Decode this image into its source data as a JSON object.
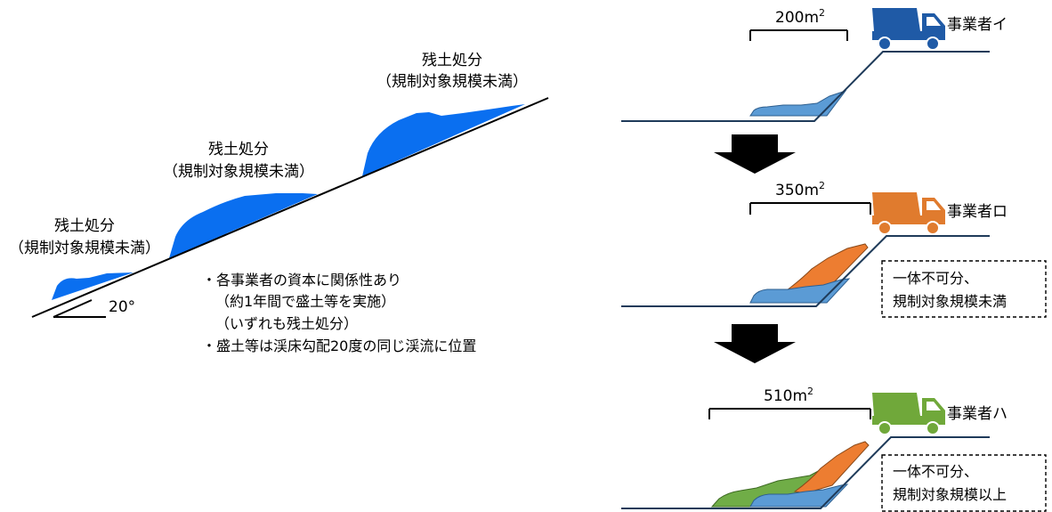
{
  "left_panel": {
    "labels": [
      {
        "line1": "残土処分",
        "line2": "（規制対象規模未満）"
      },
      {
        "line1": "残土処分",
        "line2": "（規制対象規模未満）"
      },
      {
        "line1": "残土処分",
        "line2": "（規制対象規模未満）"
      }
    ],
    "angle_label": "20°",
    "notes": [
      "・各事業者の資本に関係性あり",
      "（約1年間で盛土等を実施）",
      "（いずれも残土処分）",
      "・盛土等は渓床勾配20度の同じ渓流に位置"
    ]
  },
  "right_panel": {
    "stages": [
      {
        "area_value": "200m",
        "area_sup": "2",
        "operator": "事業者イ",
        "truck_color": "#1f5aa6",
        "box_line1": "",
        "box_line2": ""
      },
      {
        "area_value": "350m",
        "area_sup": "2",
        "operator": "事業者ロ",
        "truck_color": "#e07b2e",
        "box_line1": "一体不可分、",
        "box_line2": "規制対象規模未満"
      },
      {
        "area_value": "510m",
        "area_sup": "2",
        "operator": "事業者ハ",
        "truck_color": "#70a83a",
        "box_line1": "一体不可分、",
        "box_line2": "規制対象規模以上"
      }
    ]
  },
  "colors": {
    "fill_blue": "#0a6ff0",
    "fill_light_blue": "#5b9bd5",
    "fill_orange": "#ed7d31",
    "fill_green": "#70ad47",
    "ground_line": "#1f3b5a"
  }
}
